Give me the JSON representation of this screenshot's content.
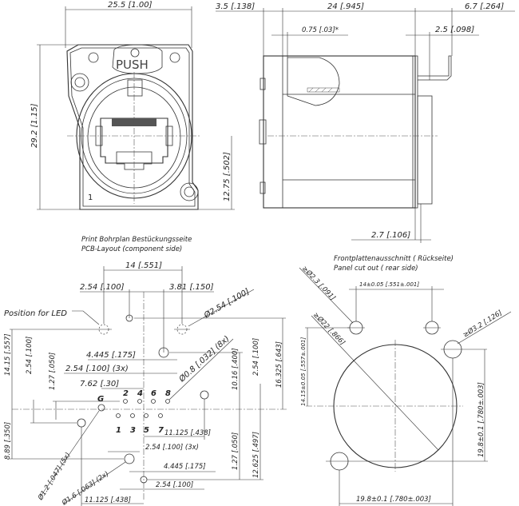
{
  "front_view": {
    "width_dim": "25.5 [1.00]",
    "height_dim": "29.2 [1.15]",
    "center_height_dim": "12.75 [.502]",
    "push_label": "PUSH",
    "pin1_marker": "1"
  },
  "side_view": {
    "flange_dim": "3.5 [.138]",
    "body_length_dim": "24 [.945]",
    "rear_dim": "6.7 [.264]",
    "panel_gap_dim": "0.75 [.03]*",
    "bracket_dim": "2.5 [.098]",
    "bottom_dim": "2.7 [.106]"
  },
  "pcb_layout": {
    "title_de": "Print Bohrplan Bestückungsseite",
    "title_en": "PCB-Layout (component side)",
    "led_label": "Position for LED",
    "dims": {
      "led_spacing": "14 [.551]",
      "d254_top": "2.54 [.100]",
      "d381_top": "3.81 [.150]",
      "led_dia": "Ø2.54 [.100]",
      "d4445_top": "4.445 [.175]",
      "d254_3x_top": "2.54 [.100] (3x)",
      "d762": "7.62 [.30]",
      "pin_dia": "Ø0.8 [.032] (8x)",
      "left_1415": "14.15 [.557]",
      "left_254": "2.54 [.100]",
      "left_127": "1.27 [.050]",
      "left_889": "8.89 [.350]",
      "right_1016": "10.16 [.400]",
      "right_254": "2.54 [.100]",
      "right_16325": "16.325 [.643]",
      "right_127": "1.27 [.050]",
      "right_12625": "12.625 [.497]",
      "d11125_right": "11.125 [.438]",
      "d254_3x_bottom": "2.54 [.100] (3x)",
      "d4445_bottom": "4.445 [.175]",
      "d254_bottom": "2.54 [.100]",
      "d11125_bottom": "11.125 [.438]",
      "hole12": "Ø1.2 [.047] (5x)",
      "hole16": "Ø1.6 [.063] (2x)"
    },
    "pins_top": [
      "2",
      "4",
      "6",
      "8"
    ],
    "pins_bottom": [
      "1",
      "3",
      "5",
      "7"
    ],
    "ground_label": "G"
  },
  "panel_cutout": {
    "title_de": "Frontplattenausschnitt ( Rückseite)",
    "title_en": "Panel cut out ( rear side)",
    "hole_spacing": "14±0.05 [.551±.001]",
    "small_hole": "≥Ø2.3 [.091]",
    "main_hole": "≥Ø22 [.866]",
    "screw_hole": "≥Ø3.2 [.126]",
    "vertical_offset": "14.15±0.05 [.557±.001]",
    "screw_vertical": "19.8±0.1 [.780±.003]",
    "screw_horizontal": "19.8±0.1 [.780±.003]"
  }
}
